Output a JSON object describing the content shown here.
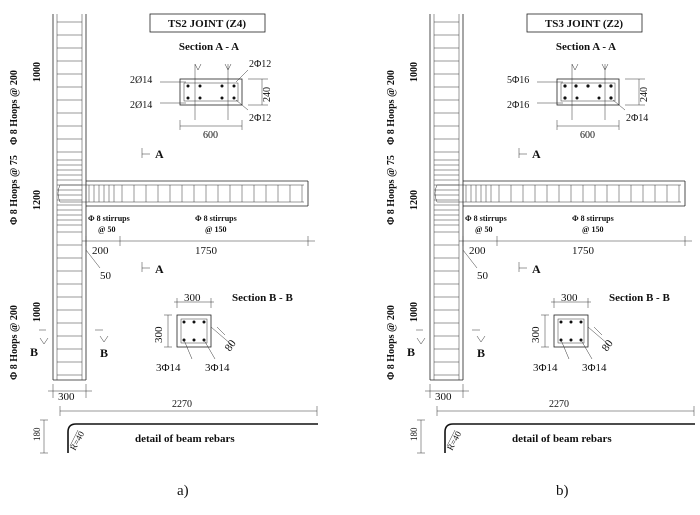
{
  "panels": [
    {
      "id": "a",
      "title": "TS2 JOINT  (Z4)",
      "section_aa_title": "Section A - A",
      "aa_label_top_left": "2Ø14",
      "aa_label_bottom_left": "2Ø14",
      "aa_label_top_right": "2Φ12",
      "aa_label_bottom_right": "2Φ12",
      "aa_width": "600",
      "aa_height": "240",
      "column_upper_hoops": "Φ 8 Hoops @ 200",
      "column_upper_length": "1000",
      "column_mid_hoops": "Φ 8 Hoops @ 75",
      "column_mid_length": "1200",
      "column_lower_hoops": "Φ 8 Hoops @ 200",
      "column_lower_length": "1000",
      "cut_a": "A",
      "cut_b": "B",
      "stirrups_near": "Φ 8 stirrups",
      "stirrups_near_spacing": "@ 50",
      "stirrups_far": "Φ 8 stirrups",
      "stirrups_far_spacing": "@ 150",
      "dim_200": "200",
      "dim_50": "50",
      "dim_1750": "1750",
      "section_bb_title": "Section B - B",
      "bb_width": "300",
      "bb_height": "300",
      "bb_cover": "80",
      "bb_label_left": "3Φ14",
      "bb_label_right": "3Φ14",
      "column_width": "300",
      "rebar_length": "2270",
      "rebar_hook": "180",
      "rebar_radius": "R=40",
      "rebar_detail": "detail of beam rebars",
      "caption": "a)"
    },
    {
      "id": "b",
      "title": "TS3 JOINT  (Z2)",
      "section_aa_title": "Section A - A",
      "aa_label_top_left": "5Φ16",
      "aa_label_bottom_left": "2Φ16",
      "aa_label_top_right": "",
      "aa_label_bottom_right": "2Φ14",
      "aa_width": "600",
      "aa_height": "240",
      "column_upper_hoops": "Φ 8 Hoops @ 200",
      "column_upper_length": "1000",
      "column_mid_hoops": "Φ 8 Hoops @ 75",
      "column_mid_length": "1200",
      "column_lower_hoops": "Φ 8 Hoops @ 200",
      "column_lower_length": "1000",
      "cut_a": "A",
      "cut_b": "B",
      "stirrups_near": "Φ 8 stirrups",
      "stirrups_near_spacing": "@ 50",
      "stirrups_far": "Φ 8 stirrups",
      "stirrups_far_spacing": "@ 150",
      "dim_200": "200",
      "dim_50": "50",
      "dim_1750": "1750",
      "section_bb_title": "Section B - B",
      "bb_width": "300",
      "bb_height": "300",
      "bb_cover": "80",
      "bb_label_left": "3Φ14",
      "bb_label_right": "3Φ14",
      "column_width": "300",
      "rebar_length": "2270",
      "rebar_hook": "180",
      "rebar_radius": "R=40",
      "rebar_detail": "detail of beam rebars",
      "caption": "b)"
    }
  ]
}
